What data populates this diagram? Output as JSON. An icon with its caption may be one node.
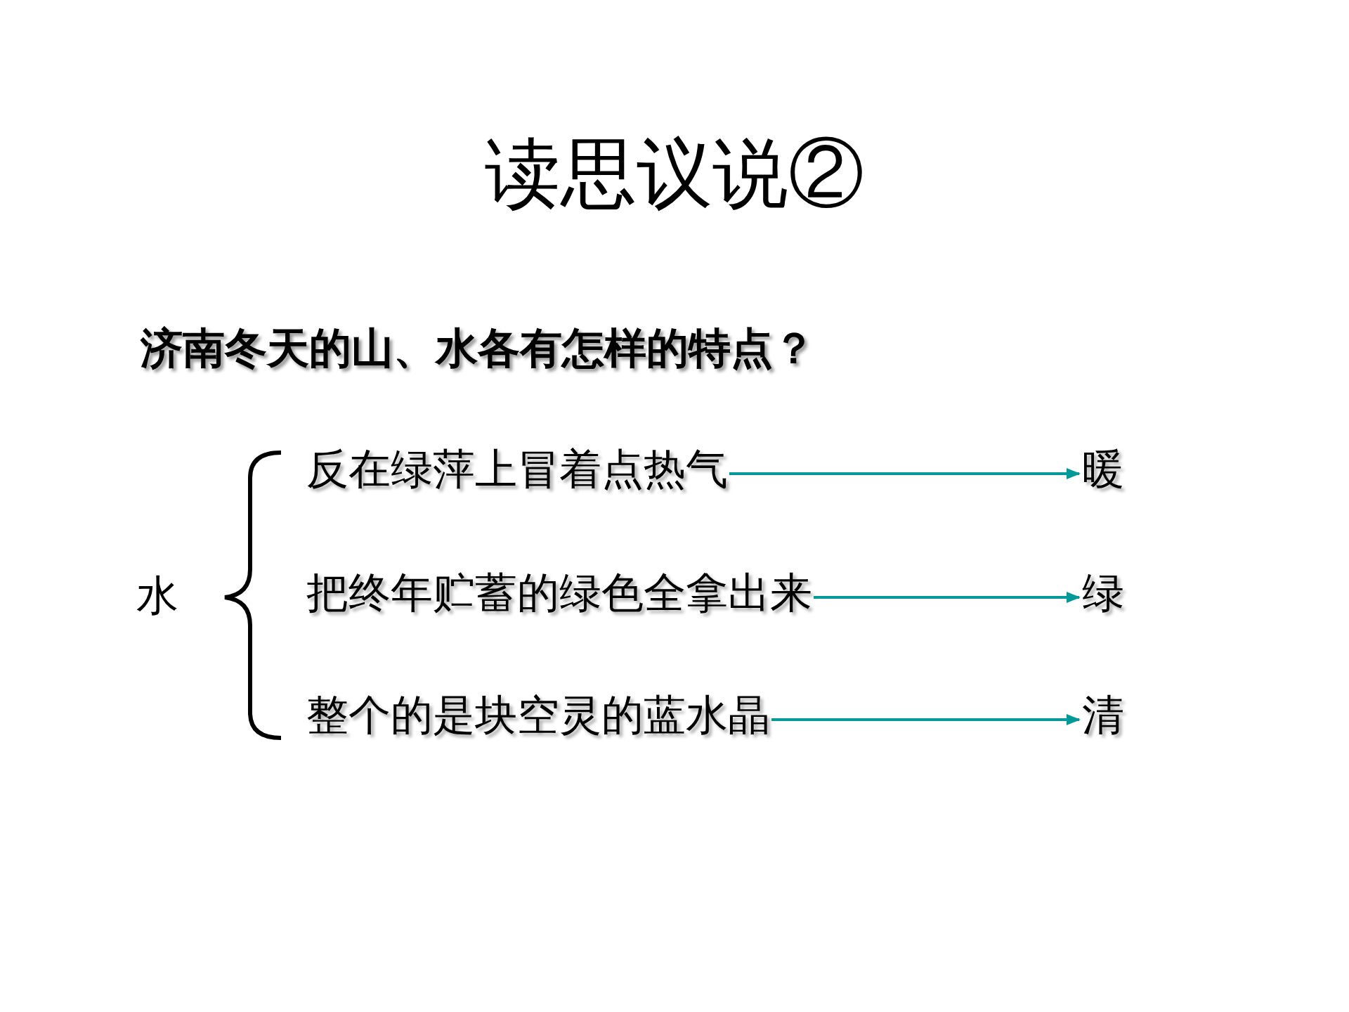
{
  "diagram": {
    "title": "读思议说②",
    "nodes": [
      {
        "text": [
          "反在绿萍上冒着点热气"
        ]
      },
      {
        "text": [
          "把终年贮蓄的绿色全拿出来"
        ]
      },
      {
        "text": [
          "整个的是块空灵的蓝水晶"
        ]
      },
      {
        "text": [
          "暖"
        ]
      },
      {
        "text": [
          "绿"
        ]
      },
      {
        "text": [
          "清"
        ]
      }
    ],
    "edges": [
      {
        "from": 0,
        "to": 3,
        "arrow": "to"
      },
      {
        "from": 1,
        "to": 4,
        "arrow": "to"
      },
      {
        "from": 2,
        "to": 5,
        "arrow": "to"
      }
    ],
    "labels": [
      "济南冬天的山、水各有怎样的特点？",
      "水"
    ]
  }
}
